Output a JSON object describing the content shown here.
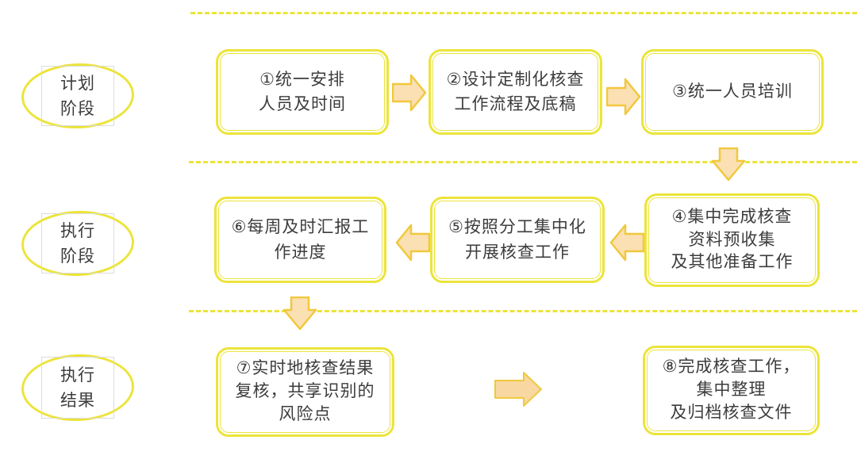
{
  "diagram": {
    "kind": "flowchart",
    "language": "zh-CN",
    "colors": {
      "box_border": "#ece43a",
      "ellipse_border": "#ece43a",
      "dashed_line": "#ece43a",
      "arrow_fill": "#fbe0b4",
      "arrow_fill_big": "#f8d7a0",
      "arrow_stroke": "#f1c83c",
      "text": "#3c3c3c",
      "ghost_rect_border": "#dcdcdc",
      "background": "#ffffff"
    },
    "stages": [
      {
        "id": "plan",
        "lines": [
          "计划",
          "阶段"
        ]
      },
      {
        "id": "exec",
        "lines": [
          "执行",
          "阶段"
        ]
      },
      {
        "id": "result",
        "lines": [
          "执行",
          "结果"
        ]
      }
    ],
    "rows": [
      {
        "stage": "计划阶段",
        "boxes": [
          {
            "step": "1",
            "lines": [
              "①统一安排",
              "人员及时间"
            ]
          },
          {
            "step": "2",
            "lines": [
              "②设计定制化核查",
              "工作流程及底稿"
            ]
          },
          {
            "step": "3",
            "lines": [
              "③统一人员培训"
            ]
          }
        ]
      },
      {
        "stage": "执行阶段",
        "boxes": [
          {
            "step": "6",
            "lines": [
              "⑥每周及时汇报工",
              "作进度"
            ]
          },
          {
            "step": "5",
            "lines": [
              "⑤按照分工集中化",
              "开展核查工作"
            ]
          },
          {
            "step": "4",
            "lines": [
              "④集中完成核查",
              "资料预收集",
              "及其他准备工作"
            ]
          }
        ]
      },
      {
        "stage": "执行结果",
        "boxes": [
          {
            "step": "7",
            "lines": [
              "⑦实时地核查结果",
              "复核，共享识别的",
              "风险点"
            ]
          },
          {
            "step": "8",
            "lines": [
              "⑧完成核查工作，",
              "集中整理",
              "及归档核查文件"
            ]
          }
        ]
      }
    ],
    "arrows": [
      {
        "name": "arrow-step1-to-step2",
        "direction": "right"
      },
      {
        "name": "arrow-step2-to-step3",
        "direction": "right"
      },
      {
        "name": "arrow-step3-to-step4",
        "direction": "down"
      },
      {
        "name": "arrow-step4-to-step5",
        "direction": "left"
      },
      {
        "name": "arrow-step5-to-step6",
        "direction": "left"
      },
      {
        "name": "arrow-step6-to-step7",
        "direction": "down"
      },
      {
        "name": "arrow-step7-to-step8",
        "direction": "right"
      }
    ]
  }
}
